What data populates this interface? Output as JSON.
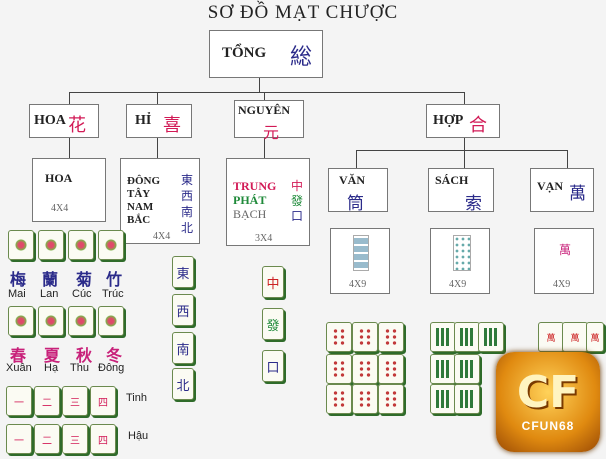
{
  "title": "SƠ ĐỒ MẠT CHƯỢC",
  "root": {
    "label": "TỔNG",
    "cjk": "総"
  },
  "categories": [
    {
      "key": "hoa",
      "label": "HOA",
      "cjk": "花"
    },
    {
      "key": "hi",
      "label": "HỈ",
      "cjk": "喜"
    },
    {
      "key": "nguyen",
      "label": "NGUYÊN",
      "cjk": "元"
    },
    {
      "key": "hop",
      "label": "HỢP",
      "cjk": "合"
    }
  ],
  "hoa_box": {
    "label": "HOA",
    "count": "4X4"
  },
  "hi_box": {
    "lines": [
      "ĐÔNG",
      "TÂY",
      "NAM",
      "BẮC"
    ],
    "cjk": [
      "東",
      "西",
      "南",
      "北"
    ],
    "count": "4X4"
  },
  "nguyen_box": {
    "lines": [
      "TRUNG",
      "PHÁT",
      "BẠCH"
    ],
    "cjk": [
      "中",
      "發",
      "口"
    ],
    "count": "3X4"
  },
  "hop_sub": [
    {
      "label": "VĂN",
      "cjk": "筒",
      "count": "4X9"
    },
    {
      "label": "SÁCH",
      "cjk": "索",
      "count": "4X9"
    },
    {
      "label": "VẠN",
      "cjk": "萬",
      "count": "4X9"
    }
  ],
  "seasons1": {
    "cjk": [
      "梅",
      "蘭",
      "菊",
      "竹"
    ],
    "viet": [
      "Mai",
      "Lan",
      "Cúc",
      "Trúc"
    ]
  },
  "seasons2": {
    "cjk": [
      "春",
      "夏",
      "秋",
      "冬"
    ],
    "viet": [
      "Xuân",
      "Hạ",
      "Thu",
      "Đông"
    ]
  },
  "extra_labels": {
    "tinh": "Tinh",
    "hau": "Hậu"
  },
  "wind_tiles": [
    "東",
    "西",
    "南",
    "北"
  ],
  "dragon_tiles": [
    "中",
    "發",
    "口"
  ],
  "wan_tile": "萬",
  "logo": {
    "text": "CF",
    "sub": "CFUN68"
  },
  "colors": {
    "accent": "#d21a56",
    "green": "#1f8a3a",
    "blue": "#2b2b8a",
    "logo": "#e08a10"
  }
}
